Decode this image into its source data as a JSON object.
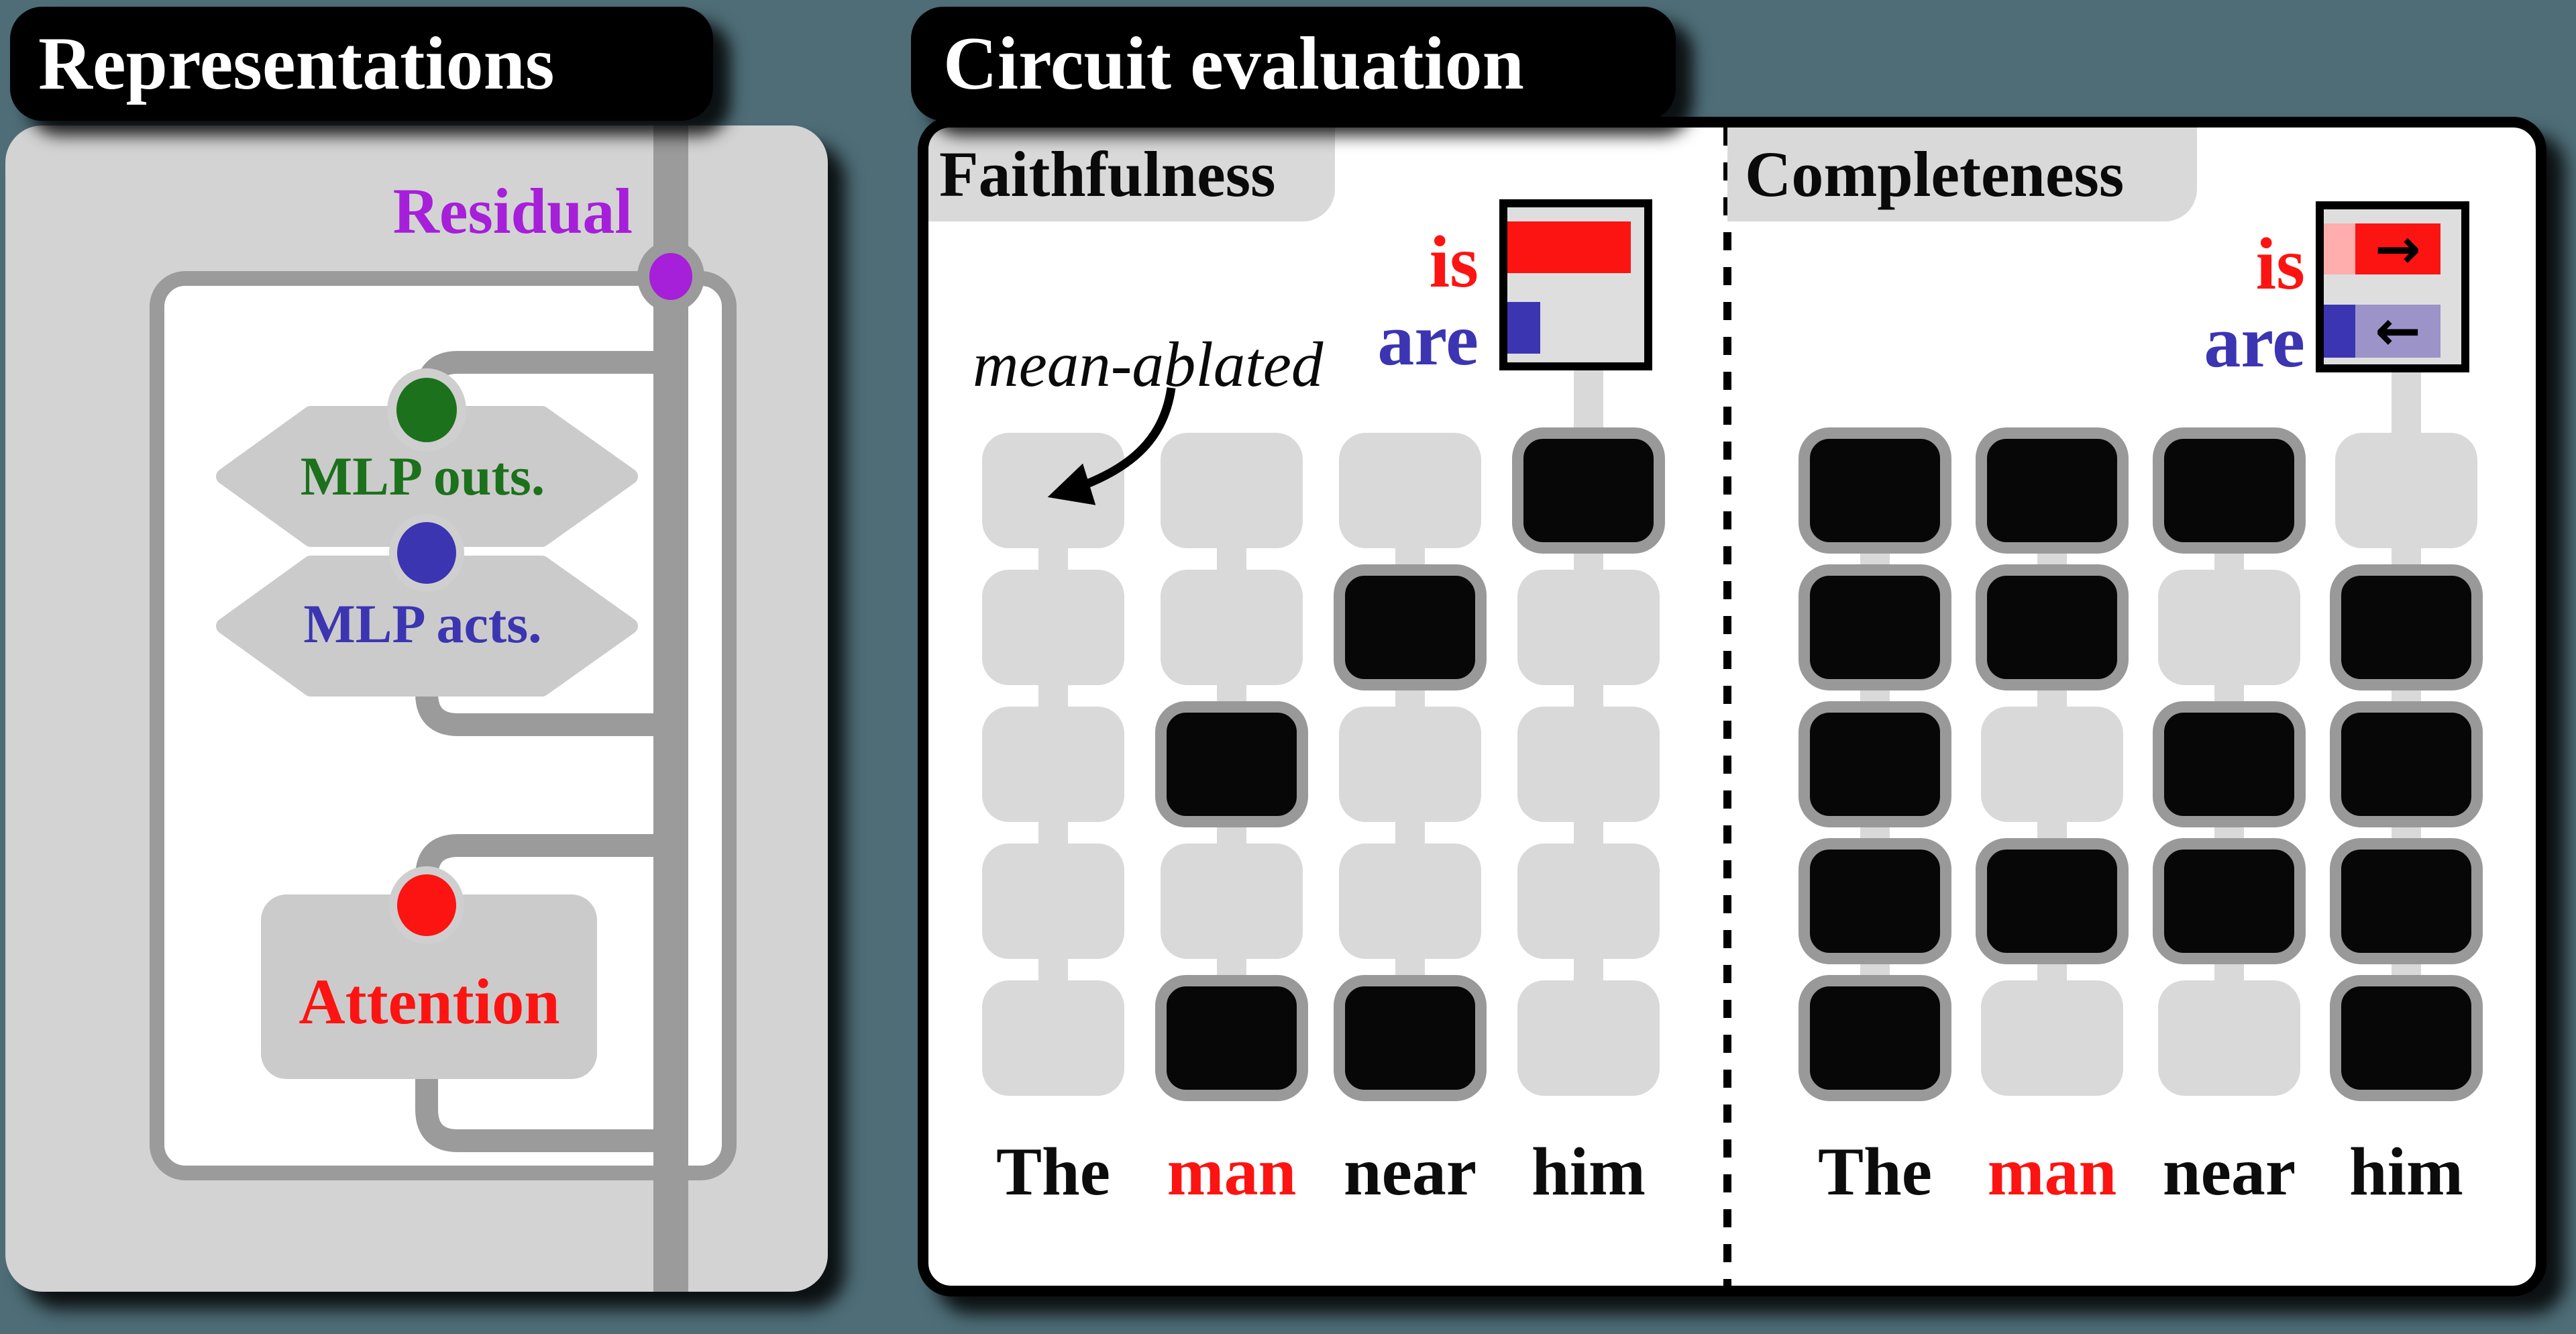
{
  "colors": {
    "background": "#4e6d77",
    "panel_gray": "#d3d3d3",
    "shape_gray": "#cbcbcb",
    "ring_gray": "#cfcfcf",
    "wire_gray": "#9b9b9b",
    "node_gray": "#d9d9d9",
    "node_black": "#070707",
    "node_border_gray": "#999999",
    "band_gray": "#d9d9d9",
    "chart_bg": "#dedede",
    "purple": "#a61fd9",
    "green": "#1c711c",
    "blue": "#3c35b2",
    "red": "#fb1411",
    "faded_red": "#ffadad",
    "faded_blue": "#9c93c9",
    "token_black": "#0c0c0c"
  },
  "left_panel": {
    "title": "Representations",
    "residual_label": "Residual",
    "mlp_outs_label": "MLP outs.",
    "mlp_acts_label": "MLP acts.",
    "attention_label": "Attention"
  },
  "right_panel": {
    "title": "Circuit evaluation",
    "faithfulness": {
      "heading": "Faithfulness",
      "annotation": "mean-ablated",
      "chart": {
        "is_label": "is",
        "are_label": "are",
        "is_bar_fraction": 0.9,
        "are_bar_fraction": 0.24
      },
      "tokens": [
        {
          "text": "The",
          "color": "#0c0c0c"
        },
        {
          "text": "man",
          "color": "#fb1411"
        },
        {
          "text": "near",
          "color": "#0c0c0c"
        },
        {
          "text": "him",
          "color": "#0c0c0c"
        }
      ],
      "grid": [
        [
          0,
          0,
          0,
          1
        ],
        [
          0,
          0,
          1,
          0
        ],
        [
          0,
          1,
          0,
          0
        ],
        [
          0,
          0,
          0,
          0
        ],
        [
          0,
          1,
          1,
          0
        ]
      ]
    },
    "completeness": {
      "heading": "Completeness",
      "chart": {
        "is_label": "is",
        "are_label": "are",
        "is_arrow_icon": "→",
        "are_arrow_icon": "←",
        "is_faded_fraction": 0.25,
        "are_faded_fraction": 0.25
      },
      "tokens": [
        {
          "text": "The",
          "color": "#0c0c0c"
        },
        {
          "text": "man",
          "color": "#fb1411"
        },
        {
          "text": "near",
          "color": "#0c0c0c"
        },
        {
          "text": "him",
          "color": "#0c0c0c"
        }
      ],
      "grid": [
        [
          1,
          1,
          1,
          0
        ],
        [
          1,
          1,
          0,
          1
        ],
        [
          1,
          0,
          1,
          1
        ],
        [
          1,
          1,
          1,
          1
        ],
        [
          1,
          0,
          0,
          1
        ]
      ]
    }
  },
  "chart_data": [
    {
      "type": "bar",
      "panel": "Faithfulness",
      "orientation": "horizontal",
      "categories": [
        "is",
        "are"
      ],
      "values": [
        0.9,
        0.24
      ],
      "colors": [
        "#fb1411",
        "#3c35b2"
      ],
      "xlim": [
        0,
        1
      ],
      "note": "next-token preference of the circuit when all non-circuit nodes are mean-ablated; 'is' dominates 'are'"
    },
    {
      "type": "bar",
      "panel": "Completeness",
      "orientation": "horizontal",
      "categories": [
        "is",
        "are"
      ],
      "segments": [
        [
          {
            "width": 0.25,
            "color": "#ffadad"
          },
          {
            "width": 0.68,
            "color": "#fb1411"
          }
        ],
        [
          {
            "width": 0.25,
            "color": "#3c35b2"
          },
          {
            "width": 0.68,
            "color": "#9c93c9"
          }
        ]
      ],
      "change_arrows": [
        "→",
        "←"
      ],
      "note": "keeping the complement circuit: 'is' score rises (right arrow), 'are' score falls (left arrow)"
    }
  ]
}
